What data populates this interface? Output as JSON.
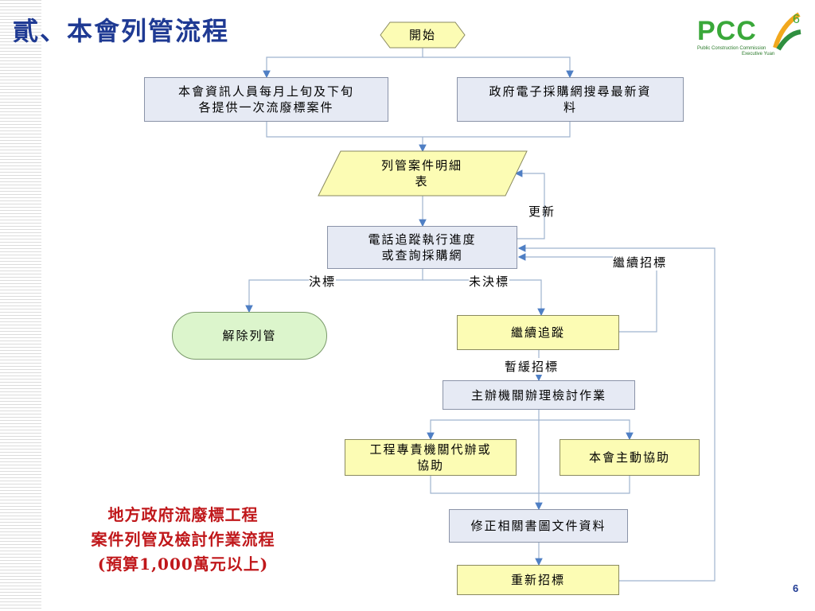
{
  "title": "貳、本會列管流程",
  "logo": {
    "text": "PCC",
    "subtitle_line1": "Public Construction Commission",
    "subtitle_line2": "Executive Yuan",
    "number": "6"
  },
  "flow": {
    "start": "開始",
    "source_left": "本會資訊人員每月上旬及下旬\n各提供一次流廢標案件",
    "source_right": "政府電子採購網搜尋最新資\n料",
    "list_detail": "列管案件明細\n表",
    "update_label": "更新",
    "phone_track": "電話追蹤執行進度\n或查詢採購網",
    "continue_tender_label": "繼續招標",
    "decided_label": "決標",
    "undecided_label": "未決標",
    "release": "解除列管",
    "keep_tracking": "繼續追蹤",
    "suspend_label": "暫緩招標",
    "review": "主辦機關辦理檢討作業",
    "agency_help": "工程專責機關代辦或\n協助",
    "commission_help": "本會主動協助",
    "revise_docs": "修正相關書圖文件資料",
    "re_tender": "重新招標"
  },
  "note": {
    "line1": "地方政府流廢標工程",
    "line2": "案件列管及檢討作業流程",
    "line3": "(預算1,000萬元以上)"
  },
  "page_number": "6"
}
